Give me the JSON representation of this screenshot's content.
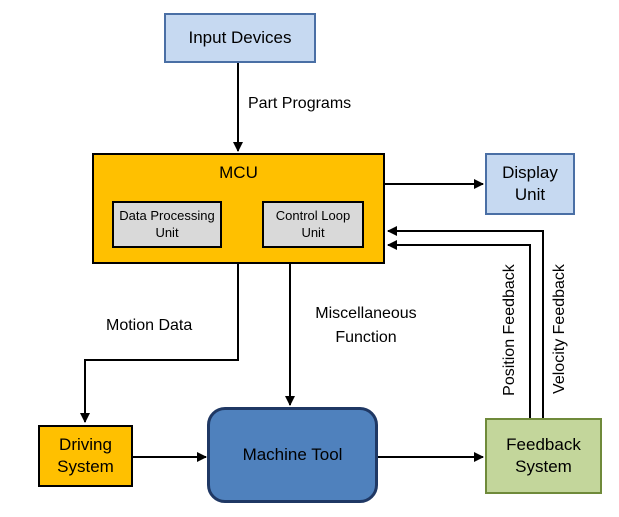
{
  "nodes": {
    "input_devices": "Input Devices",
    "mcu": "MCU",
    "data_processing": [
      "Data Processing",
      "Unit"
    ],
    "control_loop": [
      "Control Loop",
      "Unit"
    ],
    "display_unit": [
      "Display",
      "Unit"
    ],
    "driving_system": [
      "Driving",
      "System"
    ],
    "machine_tool": "Machine Tool",
    "feedback_system": [
      "Feedback",
      "System"
    ]
  },
  "edges": {
    "part_programs": "Part Programs",
    "motion_data": "Motion Data",
    "misc_function": [
      "Miscellaneous",
      "Function"
    ],
    "position_feedback": "Position Feedback",
    "velocity_feedback": "Velocity Feedback"
  },
  "colors": {
    "light_blue": "#c6d9f1",
    "mcu_orange": "#ffc000",
    "inner_gray": "#d9d9d9",
    "machine_blue": "#4f81bd",
    "feedback_green": "#c3d69b"
  }
}
